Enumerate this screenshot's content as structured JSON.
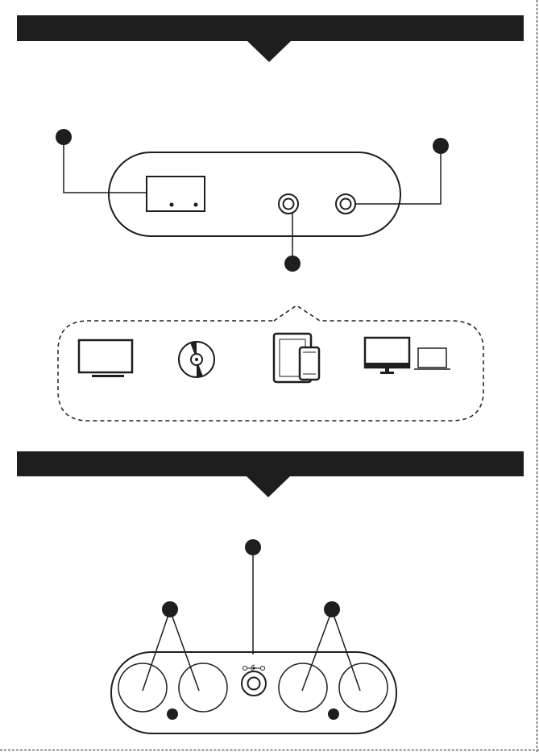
{
  "colors": {
    "ink": "#1e1e1e",
    "background": "#ffffff"
  },
  "sections": [
    {
      "name": "input-panel"
    },
    {
      "name": "output-panel"
    }
  ],
  "callouts": [
    {
      "marker": "callout-1"
    },
    {
      "marker": "callout-2"
    },
    {
      "marker": "callout-3"
    },
    {
      "marker": "callout-4"
    },
    {
      "marker": "callout-5"
    },
    {
      "marker": "callout-6"
    }
  ],
  "source_devices": [
    {
      "icon": "tv-icon"
    },
    {
      "icon": "cd-icon"
    },
    {
      "icon": "tablet-phone-icon"
    },
    {
      "icon": "monitor-laptop-icon"
    }
  ],
  "power_symbol": {
    "icon": "dc-polarity-icon"
  }
}
